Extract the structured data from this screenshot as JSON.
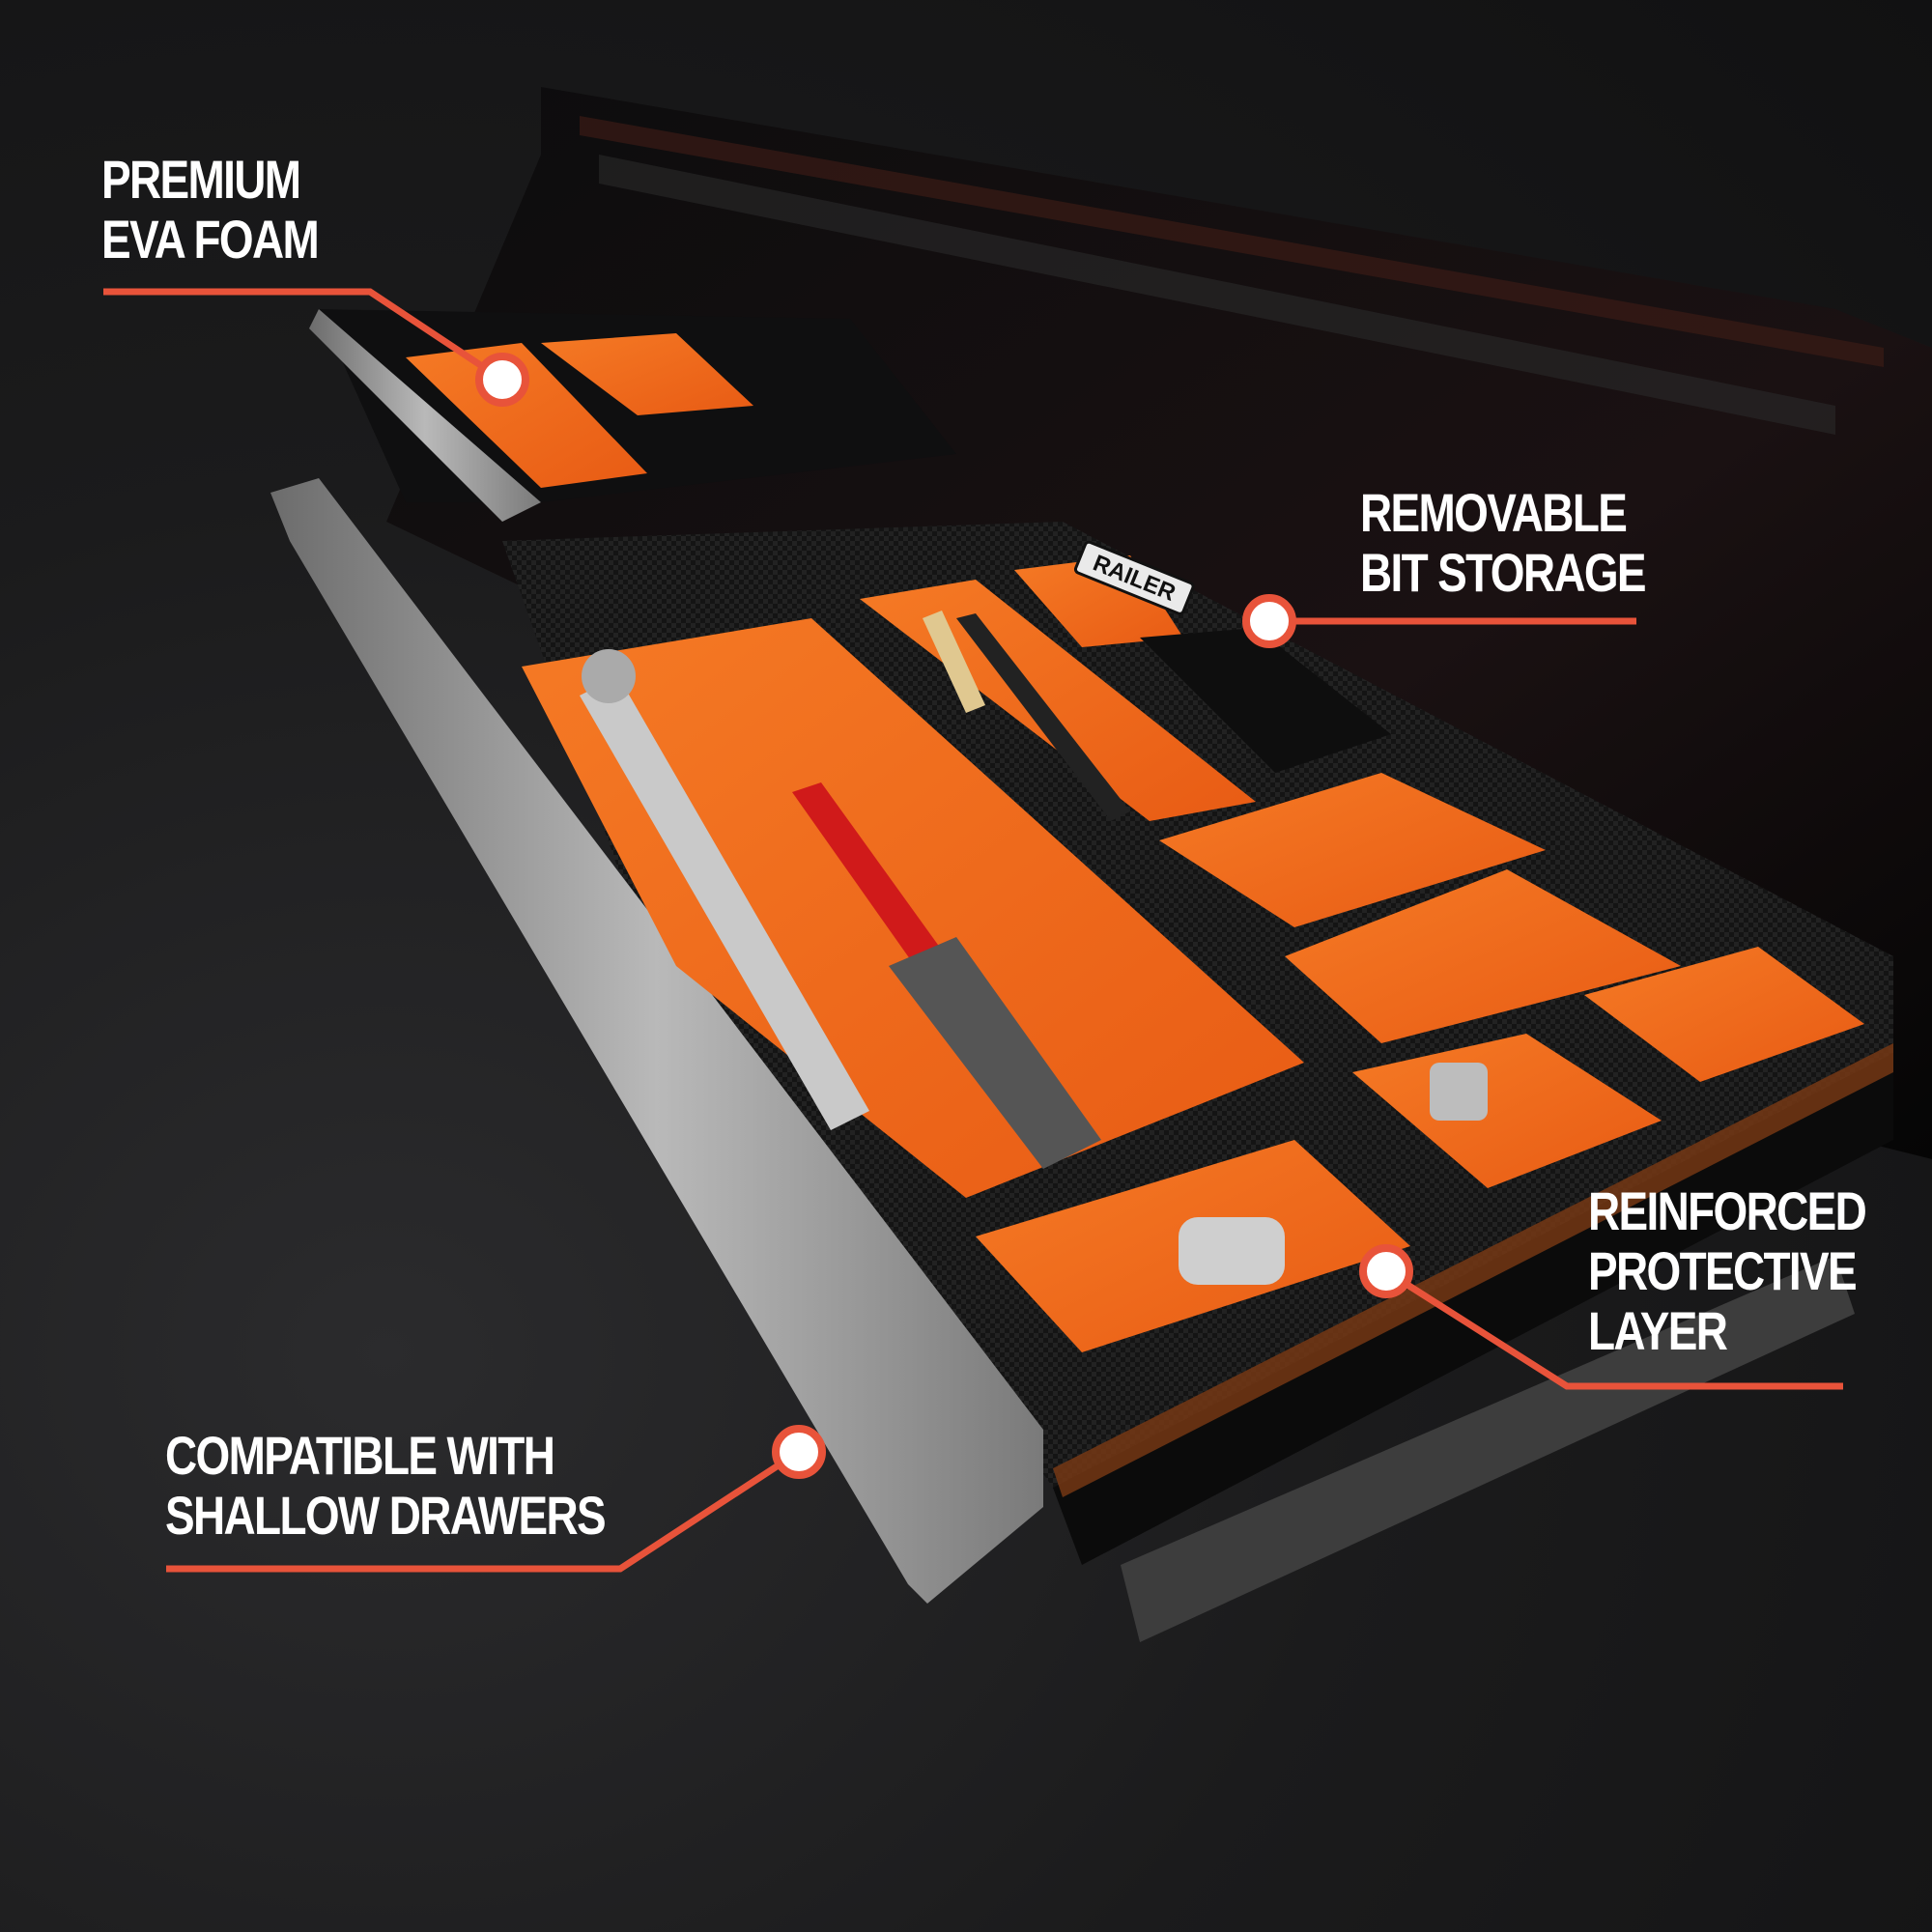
{
  "brand": {
    "badge": "RAILER"
  },
  "colors": {
    "accent": "#e8533a",
    "foam": "#f26a1b",
    "background": "#1a1a1b",
    "text": "#ffffff"
  },
  "callouts": [
    {
      "id": "premium-eva-foam",
      "lines": [
        "PREMIUM",
        "EVA FOAM"
      ]
    },
    {
      "id": "removable-bit-storage",
      "lines": [
        "REMOVABLE",
        "BIT STORAGE"
      ]
    },
    {
      "id": "reinforced-protective-layer",
      "lines": [
        "REINFORCED",
        "PROTECTIVE",
        "LAYER"
      ]
    },
    {
      "id": "compatible-shallow-drawers",
      "lines": [
        "COMPATIBLE WITH",
        "SHALLOW DRAWERS"
      ]
    }
  ]
}
